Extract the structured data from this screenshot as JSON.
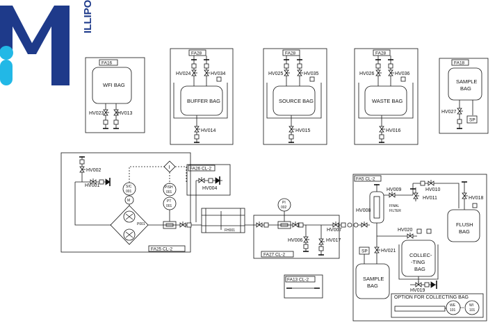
{
  "brand": {
    "logo_text": "ILLIPORE",
    "primary_color": "#1e3a8a",
    "accent_color": "#22b8e6"
  },
  "groups": {
    "fa16": "FA16",
    "fa28_buffer": "FA28",
    "fa28_source": "FA28",
    "fa28_waste": "FA28",
    "fa18": "FA18",
    "fa26": "FA26 CL-2",
    "fa25": "FA25 CL-2",
    "fa27": "FA27 CL-2",
    "fa5": "FA5 CL-2",
    "fa13": "FA13 CL-2"
  },
  "bags": {
    "wfi": "WFI BAG",
    "buffer": "BUFFER BAG",
    "source": "SOURCE BAG",
    "waste": "WASTE BAG",
    "sample_top_1": "SAMPLE",
    "sample_top_2": "BAG",
    "flush_1": "FLUSH",
    "flush_2": "BAG",
    "collecting_1": "COLLEC-",
    "collecting_2": "-TING",
    "collecting_3": "BAG",
    "sample_bottom_1": "SAMPLE",
    "sample_bottom_2": "BAG"
  },
  "valves": {
    "hv023": "HV023",
    "hv013": "HV013",
    "hv024": "HV024",
    "hv034": "HV034",
    "hv014": "HV014",
    "hv025": "HV025",
    "hv035": "HV035",
    "hv015": "HV015",
    "hv026": "HV026",
    "hv036": "HV036",
    "hv016": "HV016",
    "hv027": "HV027",
    "hv002": "HV002",
    "hv001": "HV001",
    "hv004": "HV004",
    "hv006": "HV006",
    "hv007": "HV007",
    "hv017": "HV017",
    "hv008": "HV008",
    "hv009": "HV009",
    "hv010": "HV010",
    "hv011": "HV011",
    "hv018": "HV018",
    "hv020": "HV020",
    "hv021": "HV021",
    "hv019": "HV019"
  },
  "instruments": {
    "sic_1": "SIC",
    "sic_2": "001",
    "motor": "M",
    "pishh_1": "PISH",
    "pishh_2": "001",
    "pt_1": "PT",
    "pt_2": "001",
    "interlock": "I",
    "pi_1": "PI",
    "pi_2": "002",
    "we_1": "WE",
    "we_2": "101",
    "wi_1": "WI",
    "wi_2": "101",
    "sp_top": "SP",
    "sp_bottom": "SP"
  },
  "equipment": {
    "pump": "P001",
    "filter": "FH001",
    "final_filter_1": "FINAL",
    "final_filter_2": "FILTER"
  },
  "notes": {
    "collecting_option": "OPTION FOR COLLECTING BAG"
  }
}
